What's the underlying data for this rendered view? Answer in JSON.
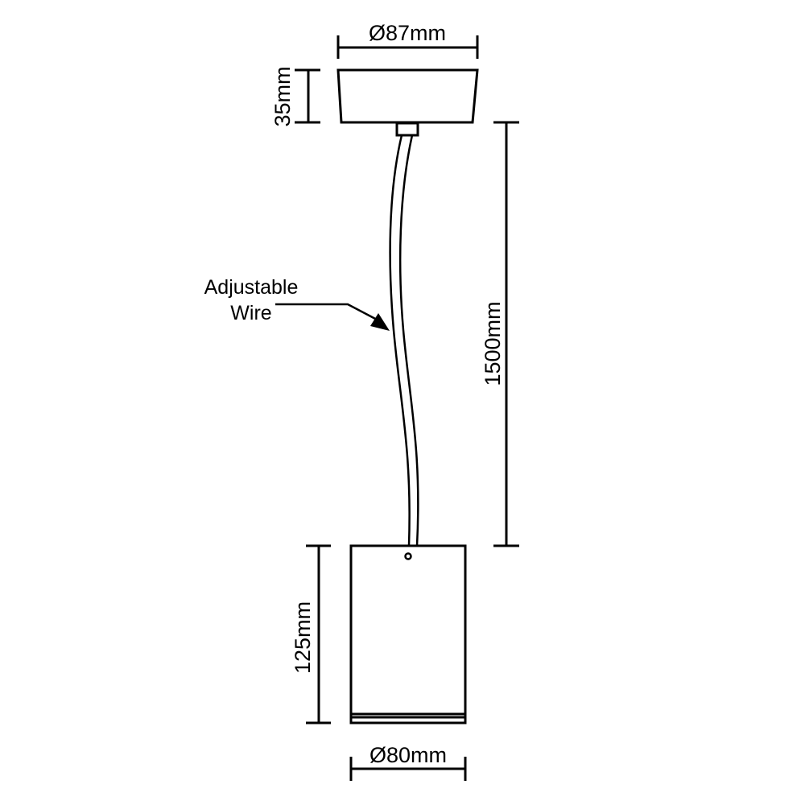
{
  "dimensions": {
    "canopy_diameter": "Ø87mm",
    "canopy_height": "35mm",
    "wire_length": "1500mm",
    "shade_height": "125mm",
    "shade_diameter": "Ø80mm"
  },
  "labels": {
    "wire_line1": "Adjustable",
    "wire_line2": "Wire"
  },
  "colors": {
    "line": "#000000",
    "background": "#ffffff"
  }
}
